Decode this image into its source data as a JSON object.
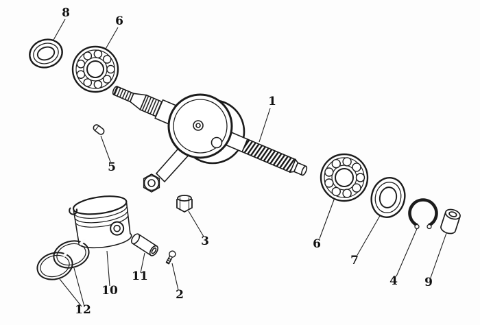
{
  "diagram": {
    "background": "#fdfdfd",
    "ink": "#1b1b1b"
  },
  "labels": {
    "part8": "8",
    "part6_left": "6",
    "part5": "5",
    "part1": "1",
    "part3": "3",
    "part6_right": "6",
    "part7": "7",
    "part4": "4",
    "part9": "9",
    "part10": "10",
    "part11": "11",
    "part2": "2",
    "part12": "12"
  }
}
